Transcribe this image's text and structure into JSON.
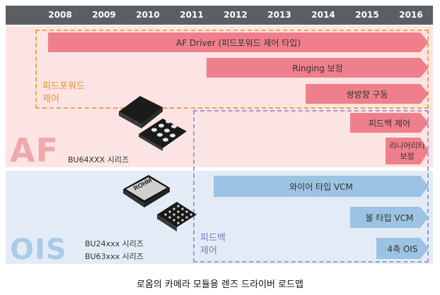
{
  "years": [
    "2008",
    "2009",
    "2010",
    "2011",
    "2012",
    "2013",
    "2014",
    "2015",
    "2016"
  ],
  "sections": {
    "af": {
      "label": "AF"
    },
    "ois": {
      "label": "OIS"
    }
  },
  "groups": {
    "feedforward": {
      "line1": "피드포워드",
      "line2": "제어"
    },
    "feedback": {
      "line1": "피드백",
      "line2": "제어"
    }
  },
  "bars": {
    "af_driver": "AF Driver (피드포워드 제어 타입)",
    "ringing": "Ringing 보정",
    "bidirectional": "쌍방향 구동",
    "feedback_control": "피드백 제어",
    "linearity_1": "리니어리티",
    "linearity_2": "보정",
    "wire_vcm": "와이어 타입 VCM",
    "ball_vcm": "볼 타입 VCM",
    "ois4": "4축 OIS"
  },
  "products": {
    "bu64": "BU64XXX 시리즈",
    "bu24": "BU24xxx 시리즈",
    "bu63": "BU63xxx 시리즈",
    "rohm_logo": "ROHM"
  },
  "caption": "로옴의 카메라 모듈용 렌즈 드라이버 로드맵",
  "colors": {
    "pink_bar": "#ef7f8c",
    "blue_bar": "#9cc3e3",
    "ff_border": "#f2a33a",
    "fb_border": "#9b9cd6"
  }
}
